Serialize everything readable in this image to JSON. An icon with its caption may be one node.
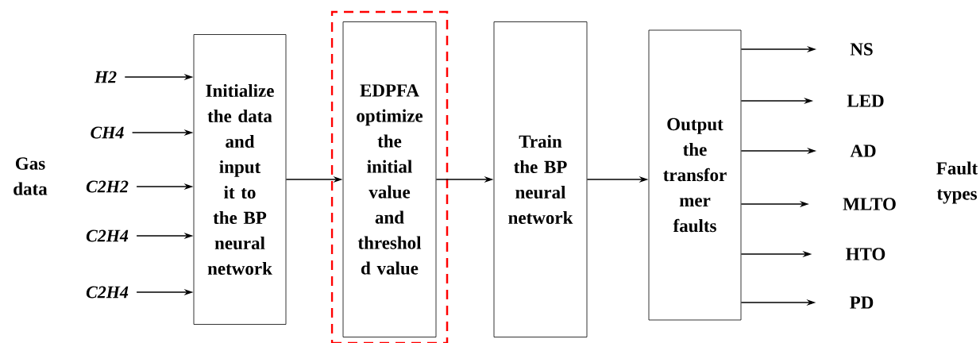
{
  "diagram": {
    "nodes": [
      {
        "text": [
          "H2"
        ]
      },
      {
        "text": [
          "CH4"
        ]
      },
      {
        "text": [
          "C2H2"
        ]
      },
      {
        "text": [
          "C2H4"
        ]
      },
      {
        "text": [
          "C2H4"
        ]
      },
      {
        "text": [
          "Initialize the data and input it to the BP neural network"
        ]
      },
      {
        "text": [],
        "shape": "box"
      },
      {
        "text": [
          "EDPFA optimize the initial value and threshol d value"
        ],
        "in": 6
      },
      {
        "text": [
          "Train the BP neural network"
        ]
      },
      {
        "text": [
          "Output the transfor mer faults"
        ]
      },
      {
        "text": [
          "NS"
        ]
      },
      {
        "text": [
          "LED"
        ]
      },
      {
        "text": [
          "AD"
        ]
      },
      {
        "text": [
          "MLTO"
        ]
      },
      {
        "text": [
          "HTO"
        ]
      },
      {
        "text": [
          "PD"
        ]
      }
    ],
    "edges": [
      {
        "from": 0,
        "to": 5,
        "arrow": "to"
      },
      {
        "from": 1,
        "to": 5,
        "arrow": "to"
      },
      {
        "from": 2,
        "to": 5,
        "arrow": "to"
      },
      {
        "from": 3,
        "to": 5,
        "arrow": "to"
      },
      {
        "from": 4,
        "to": 5,
        "arrow": "to"
      },
      {
        "from": 5,
        "to": 7,
        "arrow": "to"
      },
      {
        "from": 7,
        "to": 8,
        "arrow": "to"
      },
      {
        "from": 8,
        "to": 9,
        "arrow": "to"
      },
      {
        "from": 9,
        "to": 10,
        "arrow": "to"
      },
      {
        "from": 9,
        "to": 11,
        "arrow": "to"
      },
      {
        "from": 9,
        "to": 12,
        "arrow": "to"
      },
      {
        "from": 9,
        "to": 13,
        "arrow": "to"
      },
      {
        "from": 9,
        "to": 14,
        "arrow": "to"
      },
      {
        "from": 9,
        "to": 15,
        "arrow": "to"
      }
    ],
    "labels": [
      "Gas data",
      "Fault types"
    ]
  }
}
